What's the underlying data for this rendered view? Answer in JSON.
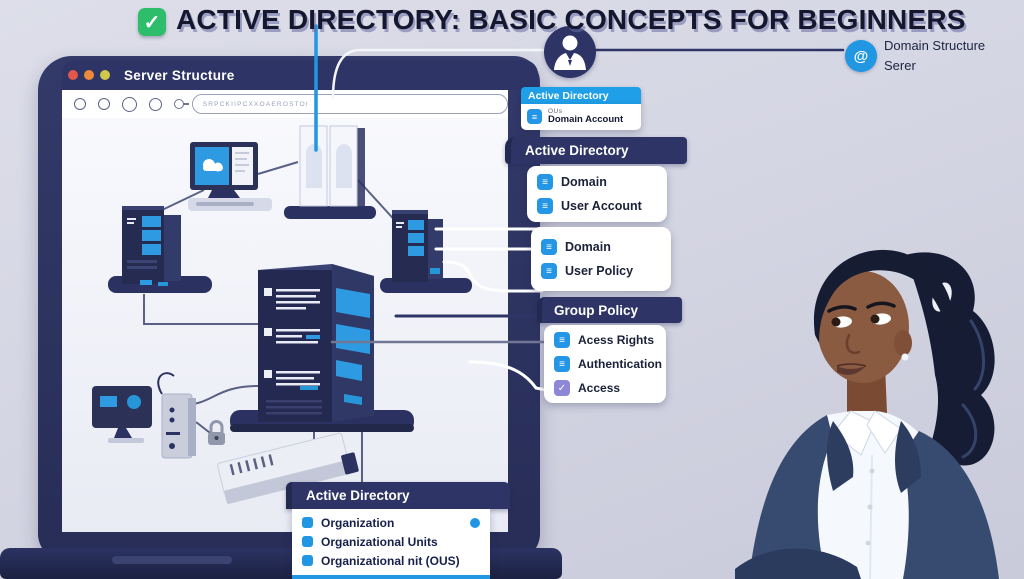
{
  "title": {
    "text": "ACTIVE DIRECTORY: BASIC CONCEPTS FOR BEGINNERS",
    "check_glyph": "✓"
  },
  "topright": {
    "line1": "Domain Structure",
    "line2": "Serer",
    "icon_glyph": "@"
  },
  "window": {
    "title": "Server Structure",
    "address": "SRPCKIIPCXXOAEROSTOI"
  },
  "panels": {
    "mini": {
      "header": "Active Directory",
      "sub": "OUs",
      "label": "Domain Account"
    },
    "ad1": {
      "header": "Active Directory",
      "items": [
        "Domain",
        "User Account"
      ]
    },
    "policy": {
      "items": [
        "Domain",
        "User Policy"
      ]
    },
    "group": {
      "header": "Group Policy",
      "items": [
        "Acess Rights",
        "Authentication",
        "Access"
      ]
    },
    "bottom": {
      "header": "Active Directory",
      "items": [
        "Organization",
        "Organizational Units",
        "Organizational nit (OUS)"
      ]
    }
  },
  "icons": {
    "menu": "≡",
    "check": "✓"
  },
  "colors": {
    "accent_blue": "#2196e3",
    "navy": "#2e3566",
    "green": "#2ebd6b",
    "purple": "#8e87d8",
    "header_cyan": "#1e9fe8"
  }
}
